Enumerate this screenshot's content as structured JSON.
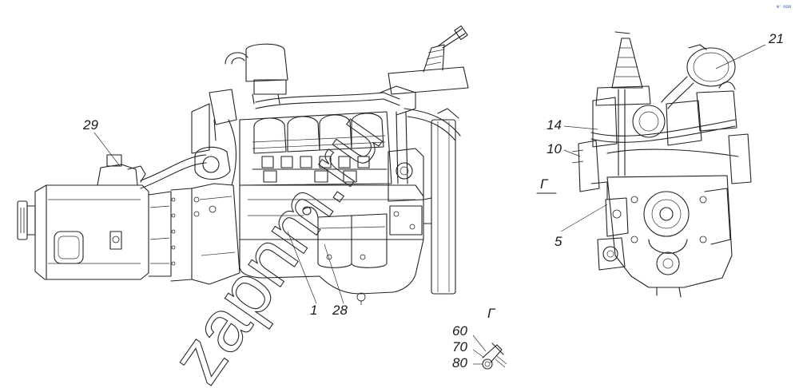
{
  "watermark": "zapnm.ru",
  "corner_mark": "e⁻ ooo",
  "callouts": {
    "c29": "29",
    "c1": "1",
    "c28": "28",
    "c21": "21",
    "c14": "14",
    "c10": "10",
    "c5": "5",
    "view_g_marker": "Г",
    "view_g_title": "Г",
    "c60": "60",
    "c70": "70",
    "c80": "80"
  }
}
